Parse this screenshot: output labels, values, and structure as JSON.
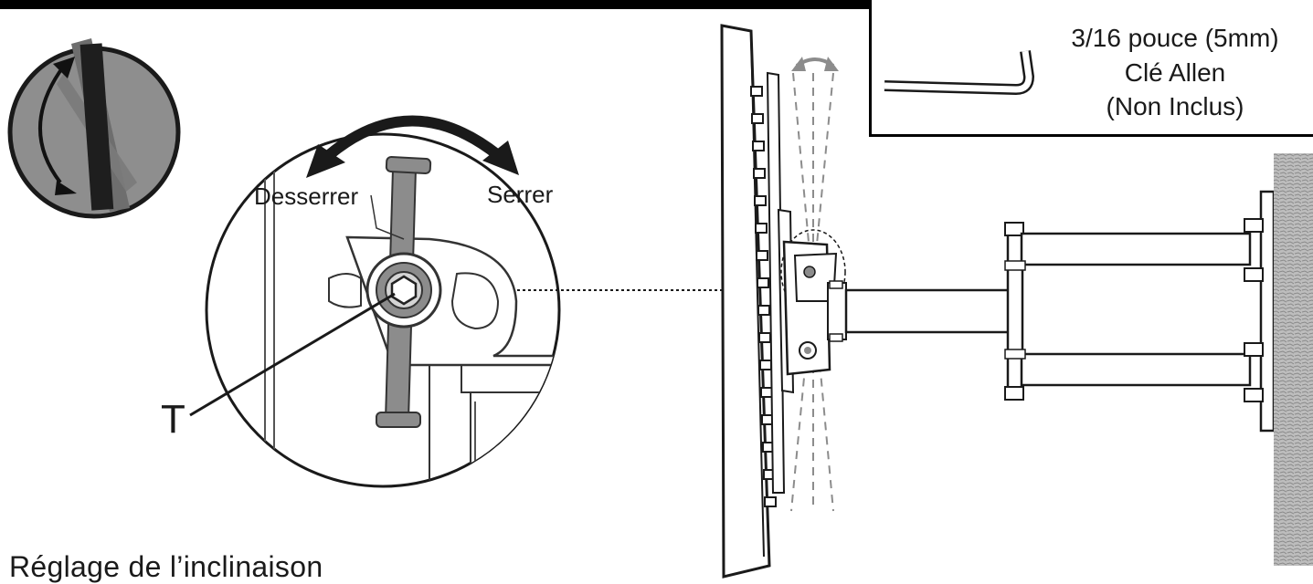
{
  "labels": {
    "loosen": "Desserrer",
    "tighten": "Serrer",
    "point": "T"
  },
  "title": "Réglage de l’inclinaison",
  "tool": {
    "size": "3/16 pouce (5mm)",
    "name": "Clé Allen",
    "note": "(Non Inclus)"
  },
  "icons": [
    "rotation-icon",
    "allen-key-icon",
    "tilt-arrow-icon"
  ],
  "colors": {
    "line": "#1a1a1a",
    "shade": "#8c8c8c",
    "light": "#d4d4d4"
  }
}
